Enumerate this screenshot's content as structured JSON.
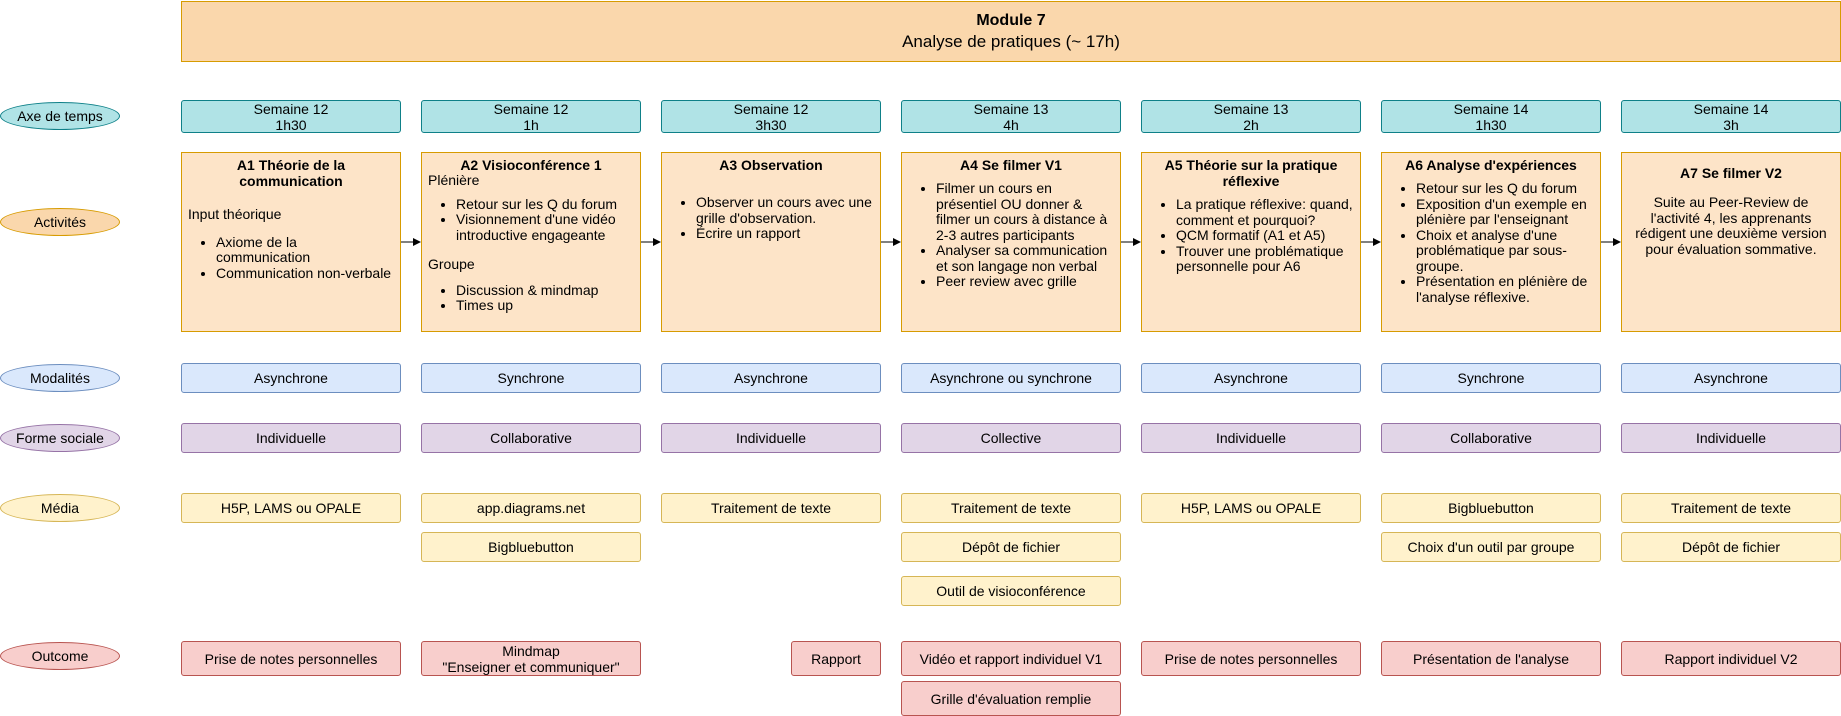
{
  "module": {
    "title": "Module 7",
    "subtitle": "Analyse de pratiques (~ 17h)"
  },
  "rows": {
    "axe": "Axe de temps",
    "activites": "Activités",
    "modalites": "Modalités",
    "forme": "Forme sociale",
    "media": "Média",
    "outcome": "Outcome"
  },
  "weeks": [
    {
      "week": "Semaine 12",
      "duration": "1h30"
    },
    {
      "week": "Semaine 12",
      "duration": "1h"
    },
    {
      "week": "Semaine 12",
      "duration": "3h30"
    },
    {
      "week": "Semaine 13",
      "duration": "4h"
    },
    {
      "week": "Semaine 13",
      "duration": "2h"
    },
    {
      "week": "Semaine 14",
      "duration": "1h30"
    },
    {
      "week": "Semaine 14",
      "duration": "3h"
    }
  ],
  "activities": {
    "a1": {
      "title1": "A1  Théorie de la",
      "title2": "communication",
      "intro": "Input théorique",
      "items": [
        "Axiome de la communication",
        "Communication non-verbale"
      ]
    },
    "a2": {
      "title": "A2   Visioconférence 1",
      "section1": "Plénière",
      "items1": [
        "Retour sur les Q du forum",
        "Visionnement d'une vidéo introductive engageante"
      ],
      "section2": "Groupe",
      "items2": [
        "Discussion & mindmap",
        "Times up"
      ]
    },
    "a3": {
      "title": "A3  Observation",
      "items": [
        "Observer un cours avec une grille d'observation.",
        "Écrire un rapport"
      ]
    },
    "a4": {
      "title": "A4  Se filmer V1",
      "items": [
        "Filmer un cours en présentiel  OU donner & filmer un cours à distance à 2-3 autres participants",
        "Analyser sa communication et son langage non verbal",
        "Peer review avec grille"
      ]
    },
    "a5": {
      "title1": "A5  Théorie sur la pratique",
      "title2": "réflexive",
      "items": [
        "La pratique réflexive: quand, comment et pourquoi?",
        "QCM formatif (A1 et A5)",
        "Trouver une problématique personnelle pour A6"
      ]
    },
    "a6": {
      "title": "A6  Analyse d'expériences",
      "items": [
        "Retour sur les Q du forum",
        "Exposition d'un exemple en plénière par l'enseignant",
        "Choix et analyse d'une problématique par sous-groupe.",
        "Présentation en plénière de l'analyse réflexive."
      ]
    },
    "a7": {
      "title": "A7  Se filmer V2",
      "text": "Suite au Peer-Review de l'activité 4, les apprenants rédigent une deuxième version pour évaluation sommative."
    }
  },
  "modalites": [
    "Asynchrone",
    "Synchrone",
    "Asynchrone",
    "Asynchrone ou synchrone",
    "Asynchrone",
    "Synchrone",
    "Asynchrone"
  ],
  "forme_sociale": [
    "Individuelle",
    "Collaborative",
    "Individuelle",
    "Collective",
    "Individuelle",
    "Collaborative",
    "Individuelle"
  ],
  "media": {
    "c1": [
      "H5P, LAMS ou OPALE"
    ],
    "c2": [
      "app.diagrams.net",
      "Bigbluebutton"
    ],
    "c3": [
      "Traitement de texte"
    ],
    "c4": [
      "Traitement de texte",
      "Dépôt de fichier",
      "Outil de visioconférence"
    ],
    "c5": [
      "H5P, LAMS ou OPALE"
    ],
    "c6": [
      "Bigbluebutton",
      "Choix d'un outil par groupe"
    ],
    "c7": [
      "Traitement de texte",
      "Dépôt de fichier"
    ]
  },
  "outcome": {
    "c1": "Prise de notes personnelles",
    "c2_line1": "Mindmap",
    "c2_line2": "\"Enseigner et communiquer\"",
    "c3": "Rapport",
    "c4a": "Vidéo et rapport individuel V1",
    "c4b": "Grille d'évaluation remplie",
    "c5": "Prise de notes personnelles",
    "c6": "Présentation de l'analyse",
    "c7": "Rapport individuel V2"
  },
  "colors": {
    "module": "#fad7ac",
    "week": "#b0e3e6",
    "activity": "#fde4c8",
    "modalite": "#dae8fc",
    "forme": "#e1d5e7",
    "media": "#fff2cc",
    "outcome": "#f8cecc"
  }
}
